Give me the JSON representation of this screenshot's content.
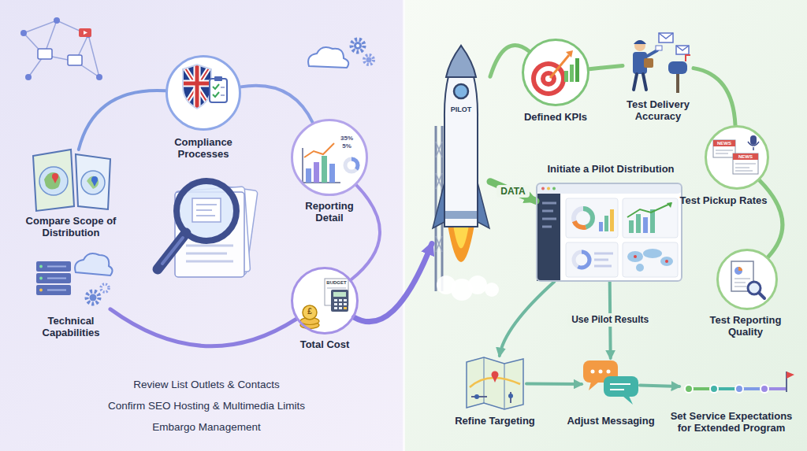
{
  "diagram": {
    "nodes": [
      {
        "text": [
          "Compare Scope of Distribution"
        ]
      },
      {
        "text": [
          "Compliance Processes"
        ]
      },
      {
        "text": [
          "Reporting Detail"
        ]
      },
      {
        "text": [
          "Technical Capabilities"
        ]
      },
      {
        "text": [
          "Total Cost"
        ]
      },
      {
        "text": [
          "PILOT"
        ]
      },
      {
        "text": [
          "Defined KPIs"
        ]
      },
      {
        "text": [
          "Initiate a Pilot Distribution"
        ]
      },
      {
        "text": [
          "Test Delivery Accuracy"
        ]
      },
      {
        "text": [
          "Test Pickup Rates"
        ]
      },
      {
        "text": [
          "Test Reporting Quality"
        ]
      },
      {
        "text": [
          "Refine Targeting"
        ]
      },
      {
        "text": [
          "Adjust Messaging"
        ]
      },
      {
        "text": [
          "Set Service Expectations for Extended Program"
        ]
      }
    ],
    "edges": [
      {
        "from": 0,
        "to": 1,
        "arrow": "none"
      },
      {
        "from": 1,
        "to": 2,
        "arrow": "none"
      },
      {
        "from": 2,
        "to": 4,
        "arrow": "none"
      },
      {
        "from": 3,
        "to": 4,
        "arrow": "none"
      },
      {
        "from": 4,
        "to": 5,
        "arrow": "to"
      },
      {
        "from": 5,
        "to": 6,
        "arrow": "none"
      },
      {
        "from": 6,
        "to": 8,
        "arrow": "none"
      },
      {
        "from": 8,
        "to": 9,
        "arrow": "none"
      },
      {
        "from": 9,
        "to": 10,
        "arrow": "none"
      },
      {
        "from": 5,
        "to": 7,
        "label": "DATA",
        "arrow": "to"
      },
      {
        "from": 7,
        "to": 11,
        "arrow": "to"
      },
      {
        "from": 7,
        "to": 12,
        "label": "Use Pilot Results",
        "arrow": "to"
      },
      {
        "from": 11,
        "to": 12,
        "arrow": "to"
      },
      {
        "from": 12,
        "to": 13,
        "arrow": "to"
      }
    ],
    "labels": [
      "Review List Outlets & Contacts",
      "Confirm SEO Hosting & Multimedia Limits",
      "Embargo Management",
      "BUDGET",
      "35%",
      "5%",
      "£",
      "NEWS",
      "NEWS"
    ]
  }
}
